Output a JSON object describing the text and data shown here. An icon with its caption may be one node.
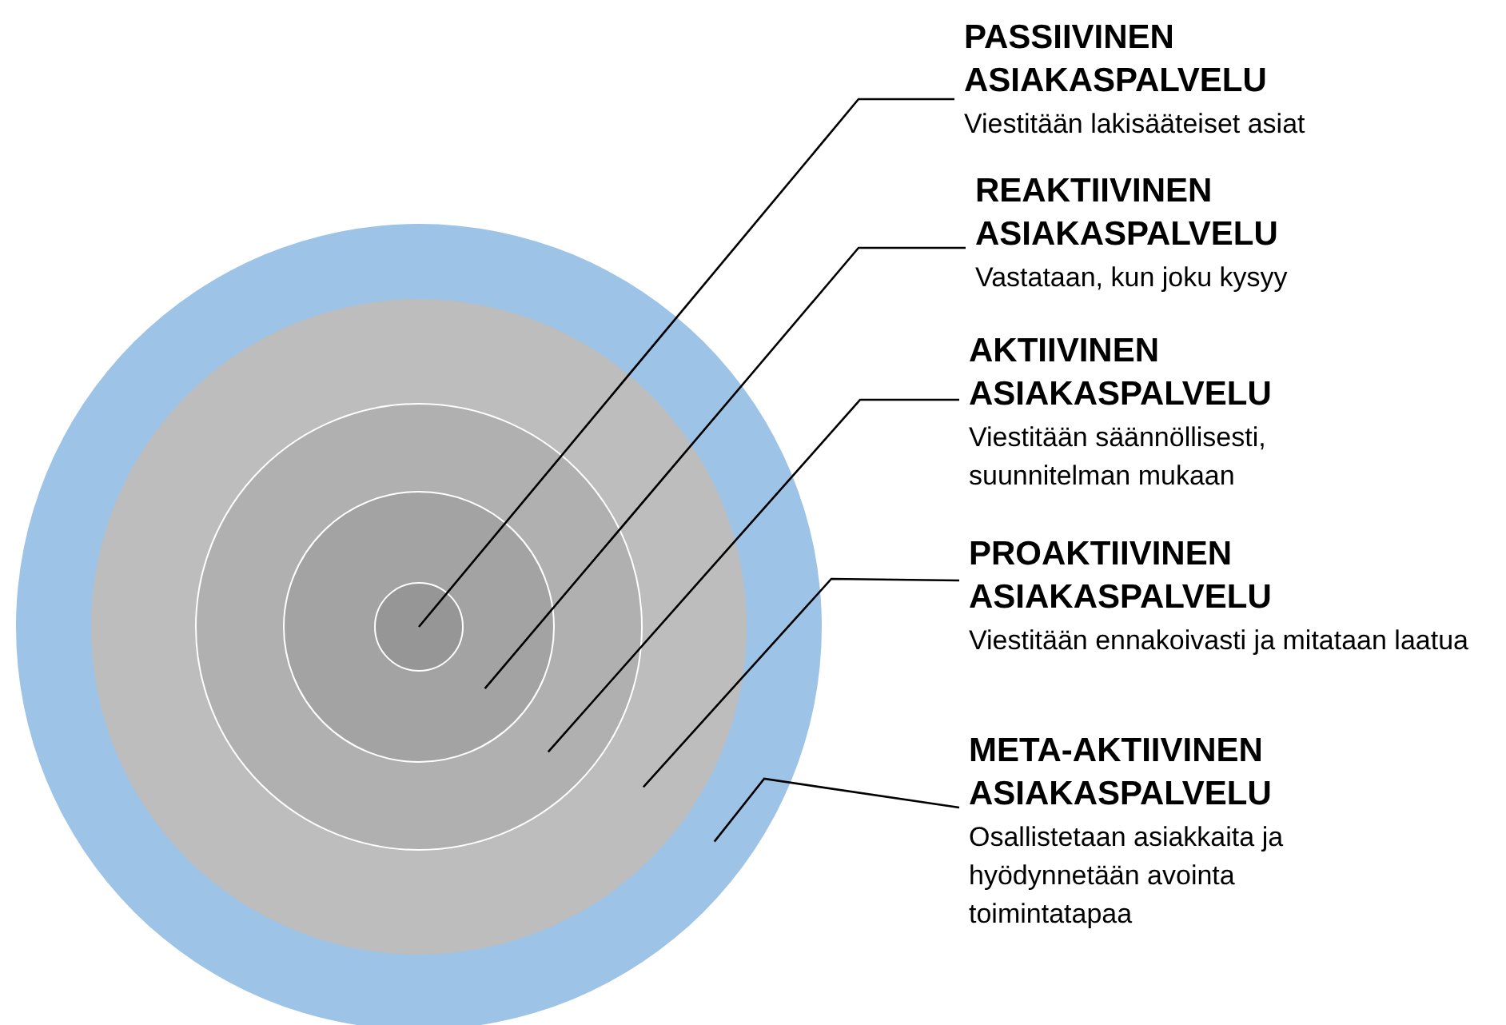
{
  "diagram": {
    "nodes": [
      {
        "text": [],
        "shape": "circle"
      },
      {
        "text": [],
        "shape": "circle",
        "in": 0
      },
      {
        "text": [],
        "shape": "circle",
        "in": 1
      },
      {
        "text": [],
        "shape": "circle",
        "in": 2
      },
      {
        "text": [],
        "shape": "circle",
        "in": 3
      },
      {
        "text": [
          "PASSIIVINEN ASIAKASPALVELU",
          "Viestitään lakisääteiset asiat"
        ]
      },
      {
        "text": [
          "REAKTIIVINEN ASIAKASPALVELU",
          "Vastataan, kun joku kysyy"
        ]
      },
      {
        "text": [
          "AKTIIVINEN ASIAKASPALVELU",
          "Viestitään säännöllisesti, suunnitelman mukaan"
        ]
      },
      {
        "text": [
          "PROAKTIIVINEN ASIAKASPALVELU",
          "Viestitään ennakoivasti ja mitataan laatua"
        ]
      },
      {
        "text": [
          "META-AKTIIVINEN ASIAKASPALVELU",
          "Osallistetaan asiakkaita ja hyödynnetään avointa toimintatapaa"
        ]
      }
    ],
    "edges": [
      {
        "from": 5,
        "to": 4,
        "arrow": "none"
      },
      {
        "from": 6,
        "to": 3,
        "arrow": "none"
      },
      {
        "from": 7,
        "to": 2,
        "arrow": "none"
      },
      {
        "from": 8,
        "to": 1,
        "arrow": "none"
      },
      {
        "from": 9,
        "to": 0,
        "arrow": "none"
      }
    ]
  }
}
